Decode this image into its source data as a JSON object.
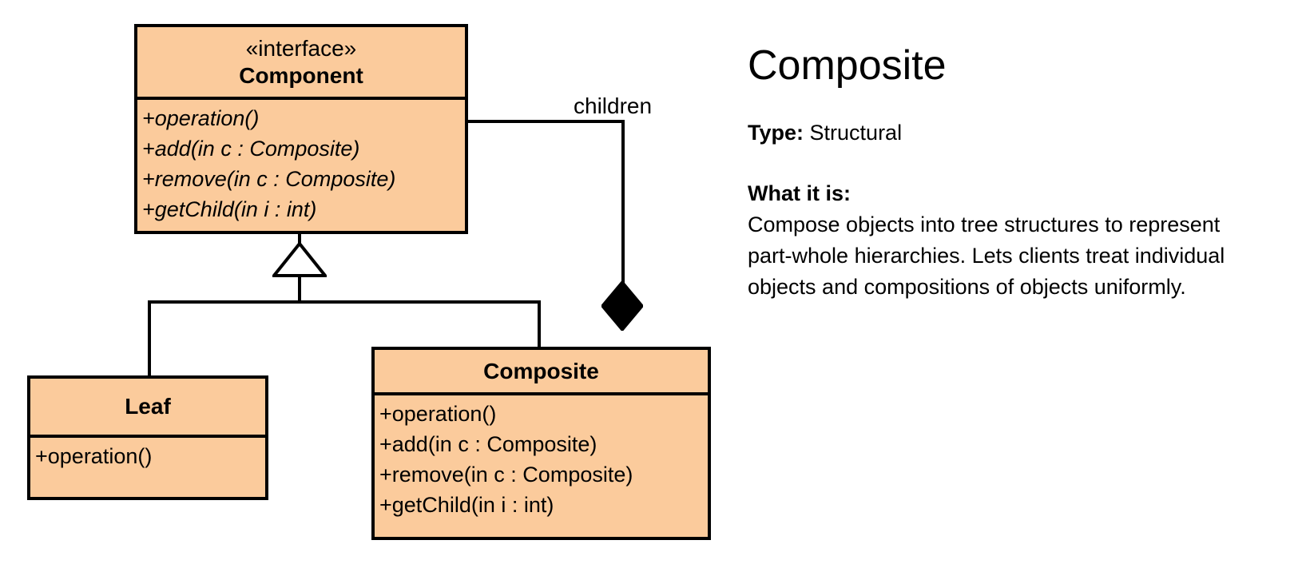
{
  "diagram": {
    "classes": [
      {
        "id": "component",
        "stereotype": "«interface»",
        "name": "Component",
        "abstract": true,
        "members": [
          "+operation()",
          "+add(in c : Composite)",
          "+remove(in c : Composite)",
          "+getChild(in i : int)"
        ]
      },
      {
        "id": "leaf",
        "stereotype": "",
        "name": "Leaf",
        "abstract": false,
        "members": [
          "+operation()"
        ]
      },
      {
        "id": "composite",
        "stereotype": "",
        "name": "Composite",
        "abstract": false,
        "members": [
          "+operation()",
          "+add(in c : Composite)",
          "+remove(in c : Composite)",
          "+getChild(in i : int)"
        ]
      }
    ],
    "relations": [
      {
        "id": "leaf-inherits-component",
        "kind": "generalization",
        "from": "Leaf",
        "to": "Component",
        "label": ""
      },
      {
        "id": "composite-inherits-component",
        "kind": "generalization",
        "from": "Composite",
        "to": "Component",
        "label": ""
      },
      {
        "id": "component-children-composite",
        "kind": "composition",
        "from": "Composite",
        "to": "Component",
        "label": "children"
      }
    ],
    "colors": {
      "class_fill": "#fbcb9c",
      "stroke": "#000000",
      "background": "#ffffff"
    }
  },
  "info": {
    "title": "Composite",
    "type_label": "Type:",
    "type_value": "Structural",
    "what_label": "What it is:",
    "what_text": "Compose objects into tree structures to represent part-whole hierarchies. Lets clients treat individual objects and compositions of objects uniformly."
  }
}
